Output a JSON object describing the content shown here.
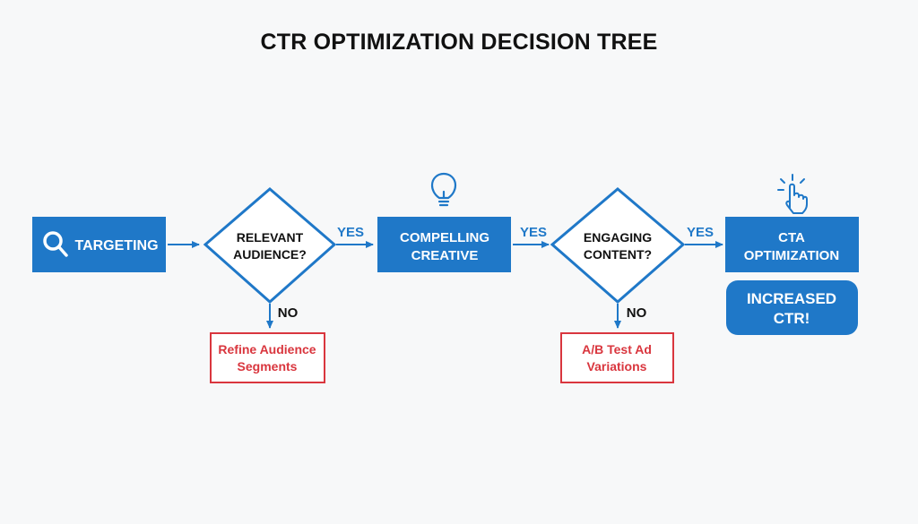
{
  "title": "CTR OPTIMIZATION DECISION TREE",
  "nodes": {
    "targeting": {
      "label": "TARGETING",
      "icon": "search-icon"
    },
    "relevant_audience": {
      "line1": "RELEVANT",
      "line2": "AUDIENCE?"
    },
    "compelling_creative": {
      "line1": "COMPELLING",
      "line2": "CREATIVE",
      "icon": "lightbulb-icon"
    },
    "engaging_content": {
      "line1": "ENGAGING",
      "line2": "CONTENT?"
    },
    "cta_optimization": {
      "line1": "CTA",
      "line2": "OPTIMIZATION",
      "icon": "pointer-click-icon"
    },
    "increased_ctr": {
      "line1": "INCREASED",
      "line2": "CTR!"
    },
    "refine_audience": {
      "line1": "Refine Audience",
      "line2": "Segments"
    },
    "ab_test": {
      "line1": "A/B Test Ad",
      "line2": "Variations"
    }
  },
  "edges": {
    "yes_1": "YES",
    "yes_2": "YES",
    "yes_3": "YES",
    "no_1": "NO",
    "no_2": "NO"
  },
  "colors": {
    "primary_blue": "#1f78c8",
    "alert_red": "#d9363e",
    "text_dark": "#111111"
  }
}
